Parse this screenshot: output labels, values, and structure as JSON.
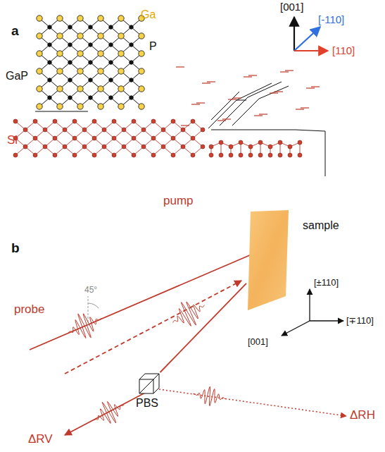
{
  "diagram": {
    "nodes": [
      {
        "text": [
          "sample"
        ]
      },
      {
        "text": [
          "PBS"
        ]
      }
    ],
    "edges": [
      {
        "from": 0,
        "to": 1,
        "arrow": "none"
      }
    ],
    "labels": [
      "a",
      "GaP",
      "Ga",
      "P",
      "Si",
      "[001]",
      "[-110]",
      "[110]",
      "b",
      "pump",
      "probe",
      "45°",
      "ΔRV",
      "ΔRH",
      "[±110]",
      "[001]",
      "[∓110]"
    ]
  }
}
